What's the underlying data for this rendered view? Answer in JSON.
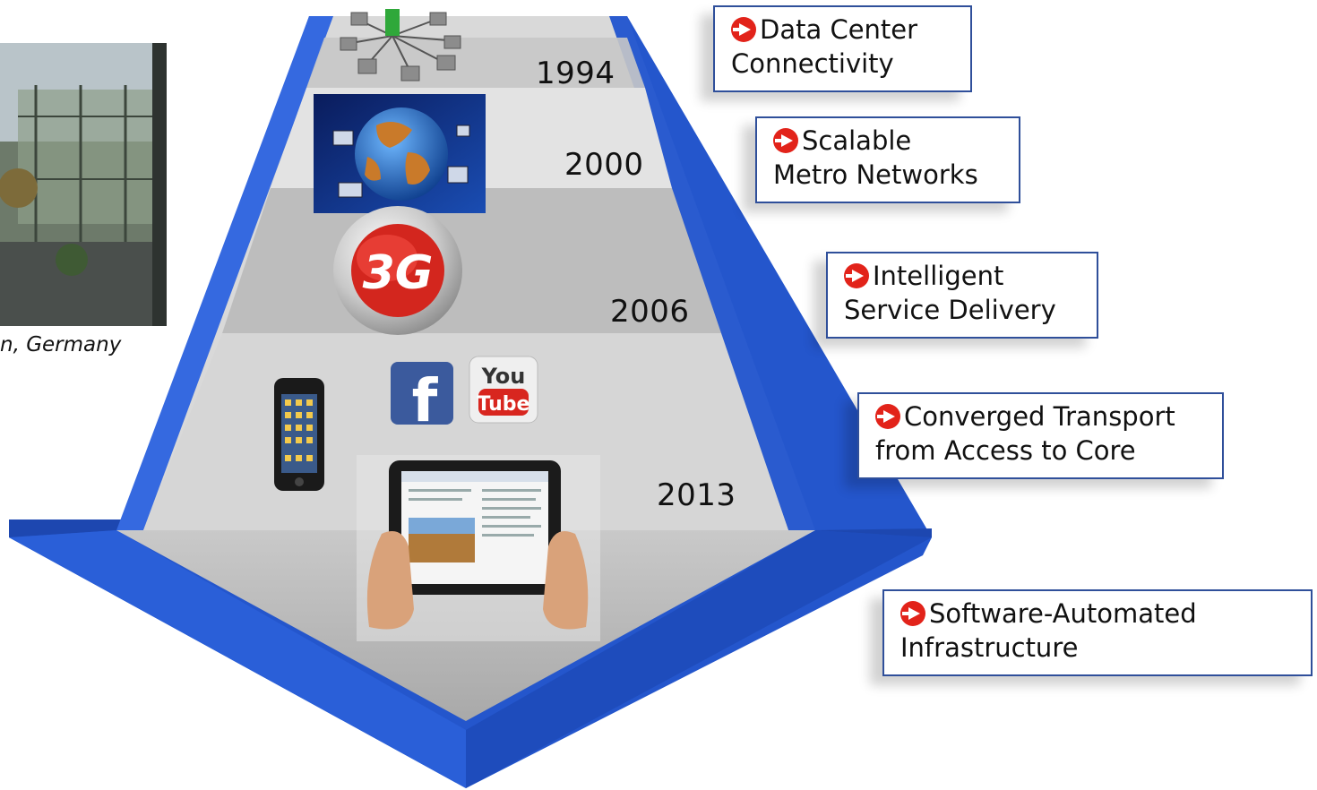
{
  "photo": {
    "caption": "n, Germany"
  },
  "timeline": {
    "years": [
      "1994",
      "2000",
      "2006",
      "2013"
    ]
  },
  "callouts": [
    {
      "line1": "Data Center",
      "line2": "Connectivity"
    },
    {
      "line1": "Scalable",
      "line2": "Metro Networks"
    },
    {
      "line1": "Intelligent",
      "line2": "Service Delivery"
    },
    {
      "line1": "Converged Transport",
      "line2": "from Access to Core"
    },
    {
      "line1": "Software-Automated",
      "line2": "Infrastructure"
    }
  ],
  "icons": {
    "3g_logo_text": "3G",
    "facebook_text": "f",
    "youtube_you": "You",
    "youtube_tube": "Tube"
  },
  "colors": {
    "arrow_blue": "#2f63d8",
    "accent_red": "#e2231a",
    "box_border": "#2f4f9a"
  }
}
